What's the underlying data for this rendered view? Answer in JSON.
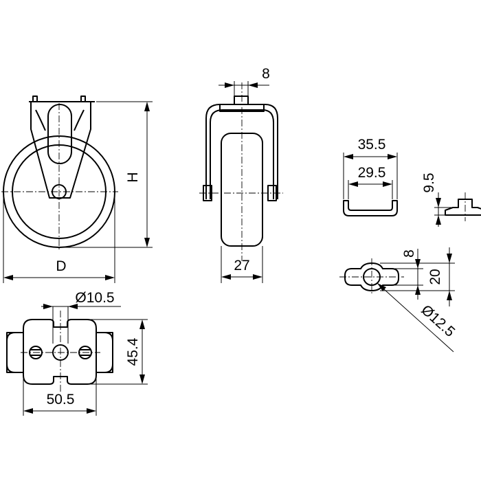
{
  "drawing": {
    "side_view": {
      "diameter_label": "D",
      "height_label": "H"
    },
    "front_view": {
      "axle_width_label": "8",
      "wheel_width_label": "27"
    },
    "top_plate": {
      "hole_label": "Ø10.5",
      "plate_width_label": "50.5",
      "plate_depth_label": "45.4"
    },
    "bracket_section": {
      "outer_width_label": "35.5",
      "inner_width_label": "29.5",
      "height_label": "9.5"
    },
    "slot_detail": {
      "slot_width_label": "8",
      "slot_length_label": "20",
      "bore_label": "Ø12.5"
    }
  }
}
